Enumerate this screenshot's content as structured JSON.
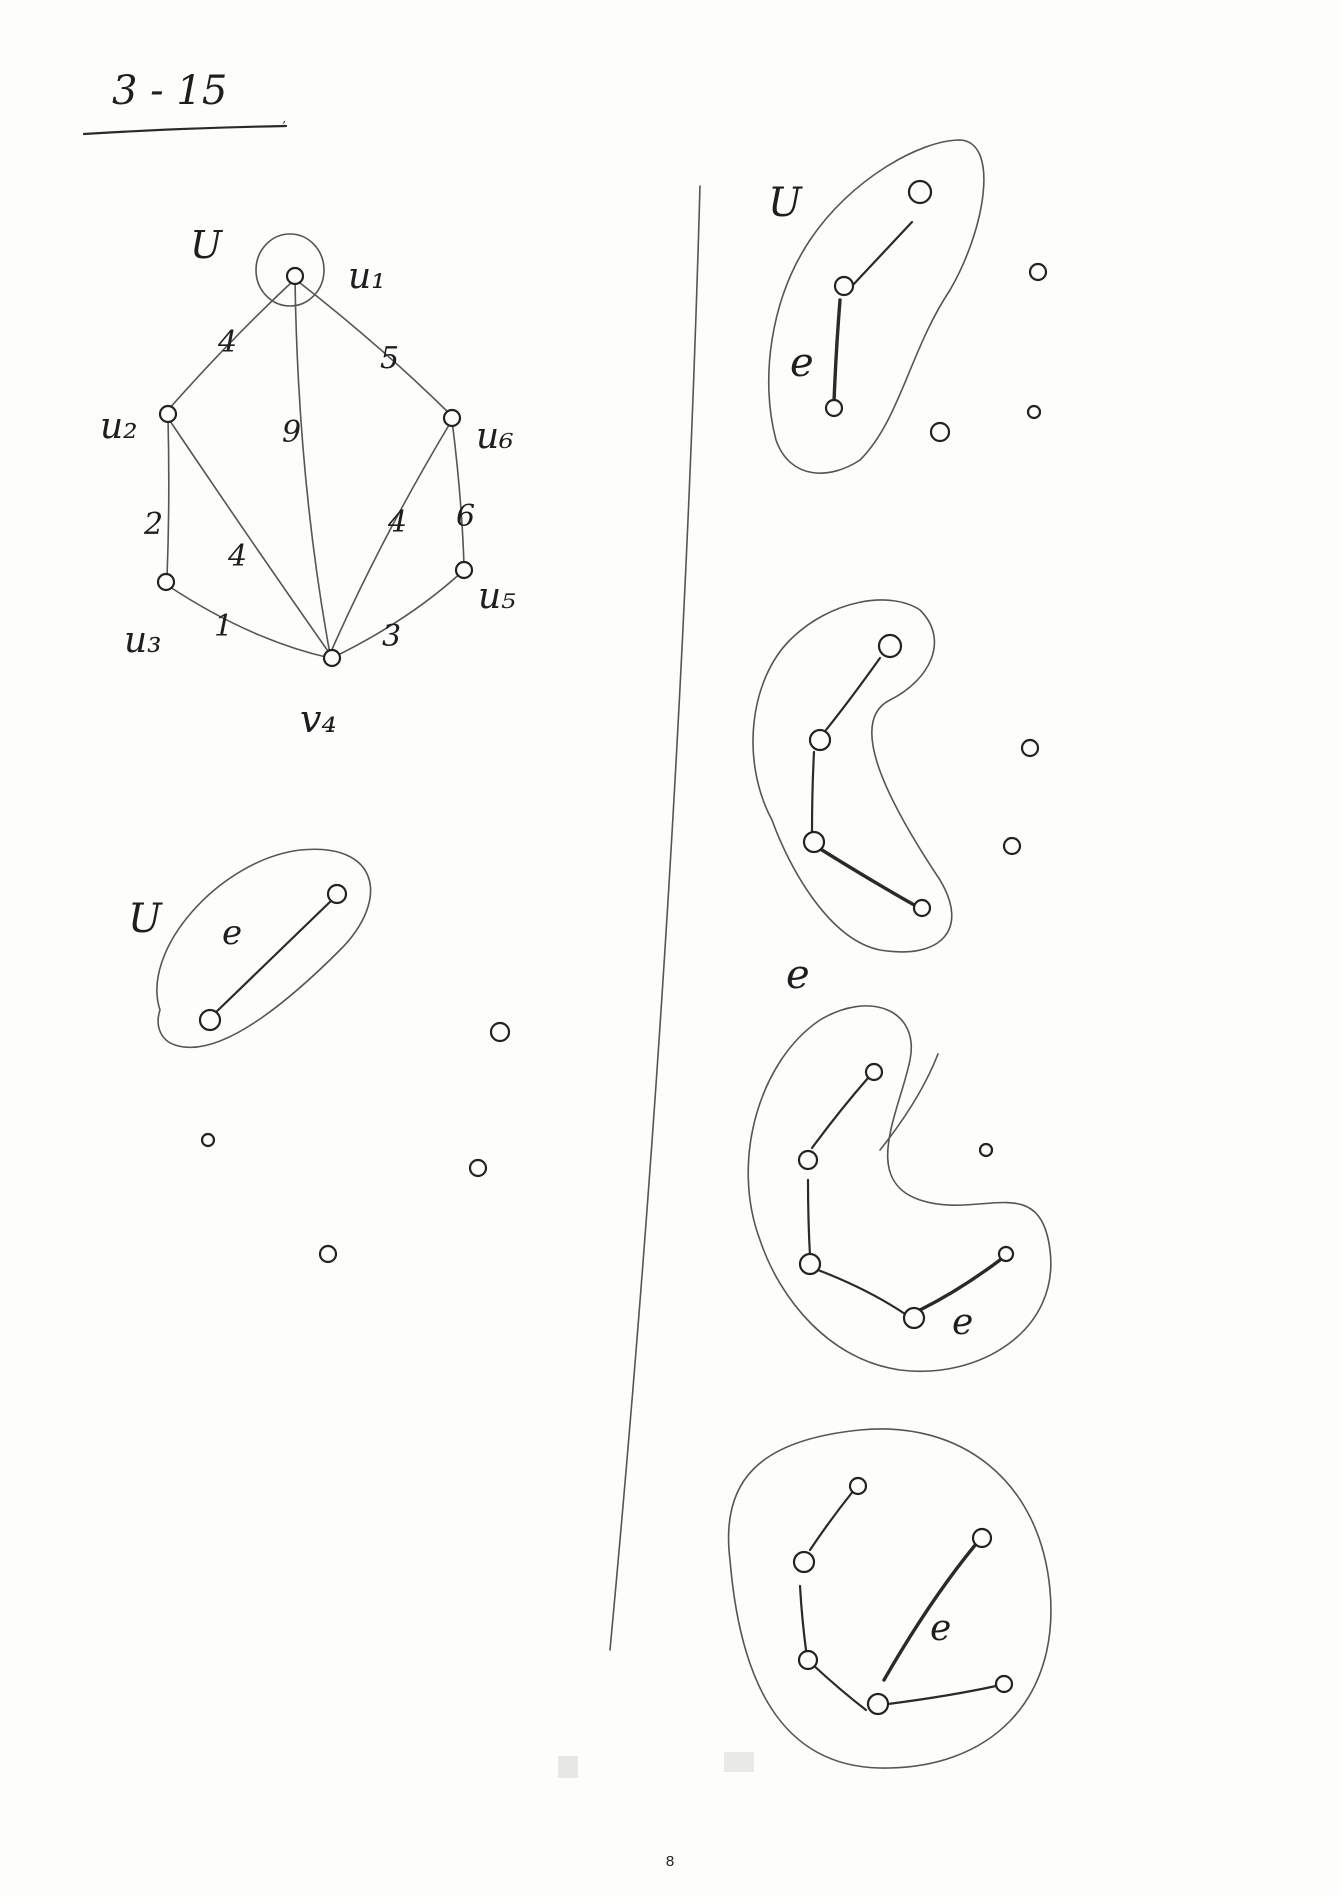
{
  "header": {
    "problem_number": "3 - 15"
  },
  "main_graph": {
    "set_label": "U",
    "vertices": [
      {
        "id": "u1",
        "label": "u₁"
      },
      {
        "id": "u2",
        "label": "u₂"
      },
      {
        "id": "u3",
        "label": "u₃"
      },
      {
        "id": "u4",
        "label": "v₄"
      },
      {
        "id": "u5",
        "label": "u₅"
      },
      {
        "id": "u6",
        "label": "u₆"
      }
    ],
    "edges": [
      {
        "from": "u1",
        "to": "u2",
        "weight": "4"
      },
      {
        "from": "u1",
        "to": "u6",
        "weight": "5"
      },
      {
        "from": "u1",
        "to": "u4",
        "weight": "9"
      },
      {
        "from": "u2",
        "to": "u3",
        "weight": "2"
      },
      {
        "from": "u2",
        "to": "u4",
        "weight": "4"
      },
      {
        "from": "u3",
        "to": "u4",
        "weight": "1"
      },
      {
        "from": "u4",
        "to": "u5",
        "weight": "3"
      },
      {
        "from": "u6",
        "to": "u4",
        "weight": "4"
      },
      {
        "from": "u6",
        "to": "u5",
        "weight": "6"
      }
    ]
  },
  "steps": [
    {
      "set_label": "U",
      "edge_label": "e"
    },
    {
      "set_label": "U",
      "edge_label": "e"
    },
    {
      "edge_label": "e"
    },
    {
      "edge_label": "e"
    },
    {
      "edge_label": "e"
    }
  ],
  "footer": {
    "page_number": "8"
  }
}
